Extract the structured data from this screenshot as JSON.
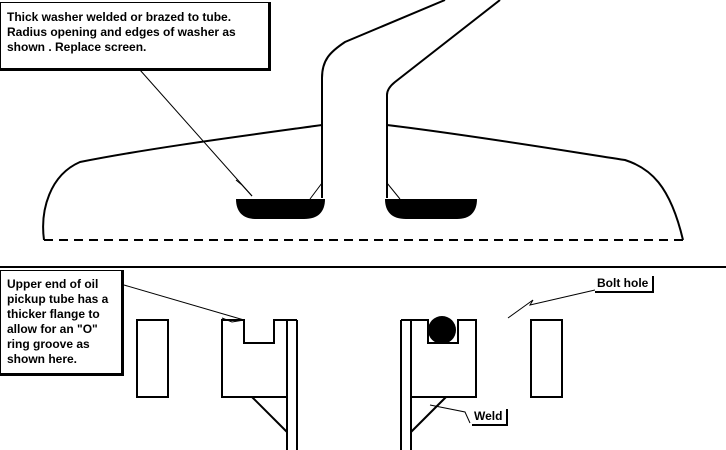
{
  "callouts": {
    "washer": {
      "lines": [
        "Thick washer welded or brazed to tube.",
        "Radius opening and edges of washer as",
        "shown . Replace screen."
      ]
    },
    "oil_pickup": {
      "lines": [
        "Upper end of oil",
        "pickup tube has a",
        "thicker flange to",
        "allow for an \"O\"",
        "ring groove as",
        "shown here."
      ]
    }
  },
  "labels": {
    "bolt_hole": "Bolt hole",
    "weld": "Weld"
  },
  "colors": {
    "ink": "#000000",
    "background": "#ffffff"
  }
}
